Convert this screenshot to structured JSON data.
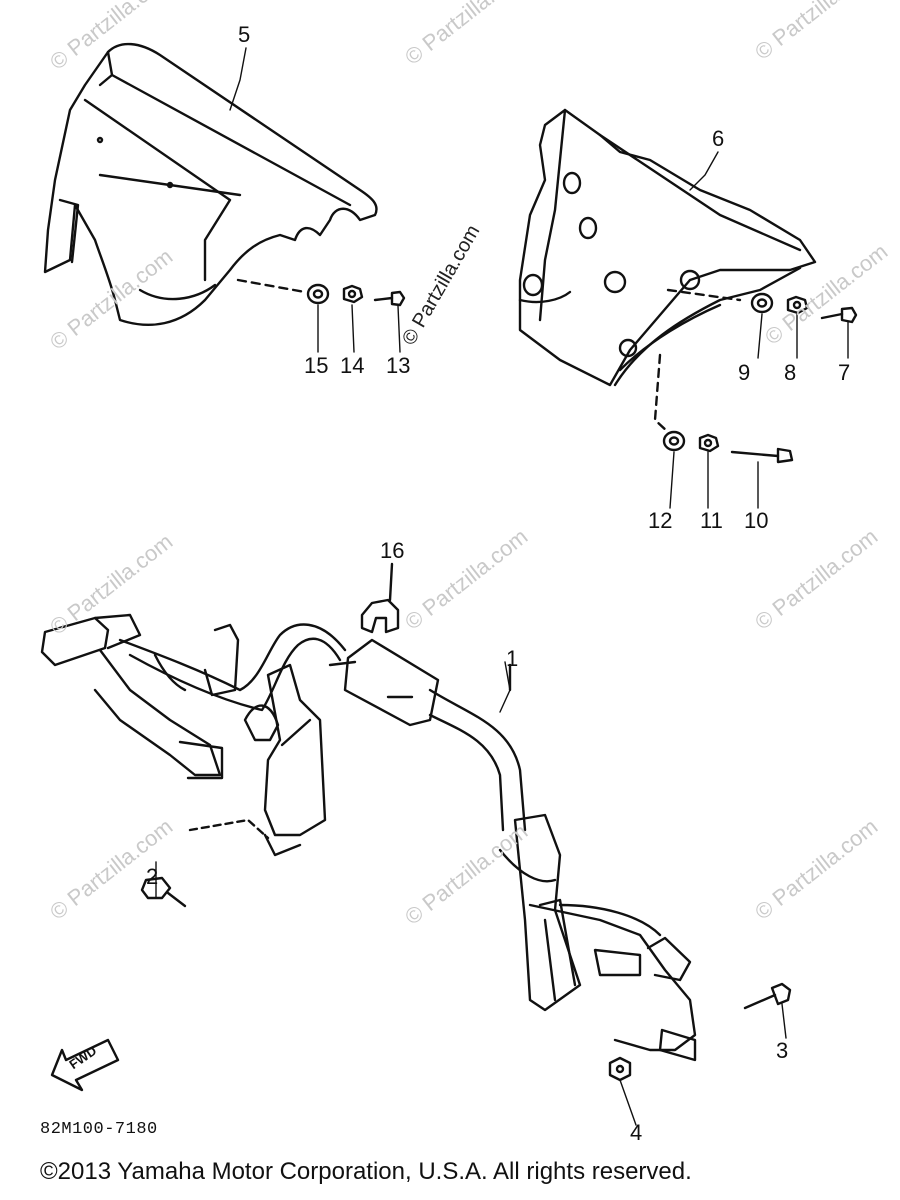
{
  "watermark": "© Partzilla.com",
  "watermark_center": "© Partzilla.com",
  "callouts": [
    "5",
    "6",
    "15",
    "14",
    "13",
    "9",
    "8",
    "7",
    "12",
    "11",
    "10",
    "16",
    "1",
    "2",
    "3",
    "4"
  ],
  "fwd_label": "FWD",
  "part_code": "82M100-7180",
  "copyright": "©2013  Yamaha Motor Corporation, U.S.A. All rights reserved.",
  "colors": {
    "ink": "#111111",
    "watermark": "#c9c9c9",
    "background": "#ffffff"
  }
}
